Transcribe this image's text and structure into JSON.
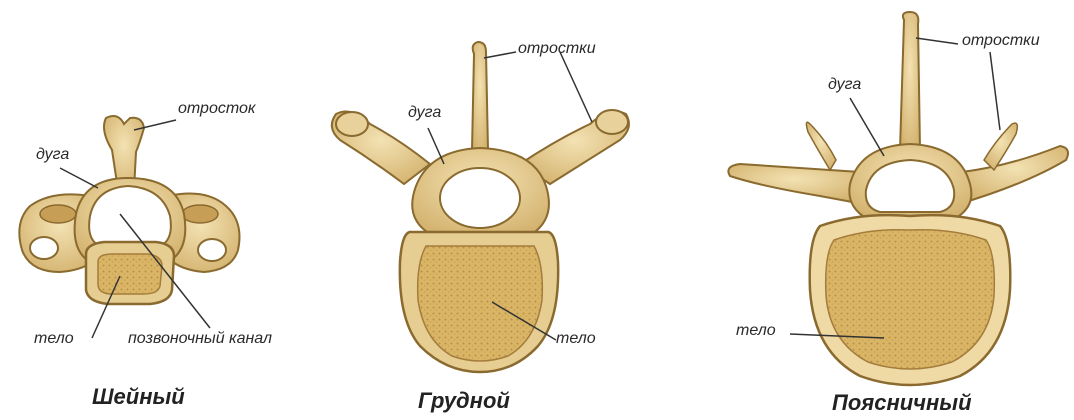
{
  "figures": [
    {
      "caption": "Шейный",
      "labels": {
        "process": "отросток",
        "arch": "дуга",
        "body": "тело",
        "canal": "позвоночный канал"
      }
    },
    {
      "caption": "Грудной",
      "labels": {
        "processes": "отростки",
        "arch": "дуга",
        "body": "тело"
      }
    },
    {
      "caption": "Поясничный",
      "labels": {
        "processes": "отростки",
        "arch": "дуга",
        "body": "тело"
      }
    }
  ],
  "colors": {
    "bone_fill": "#e3c98a",
    "bone_light": "#f1dfae",
    "bone_dark": "#b7914e",
    "spongy": "#d9b565",
    "outline": "#8a6a2e",
    "label_line": "#333333"
  }
}
